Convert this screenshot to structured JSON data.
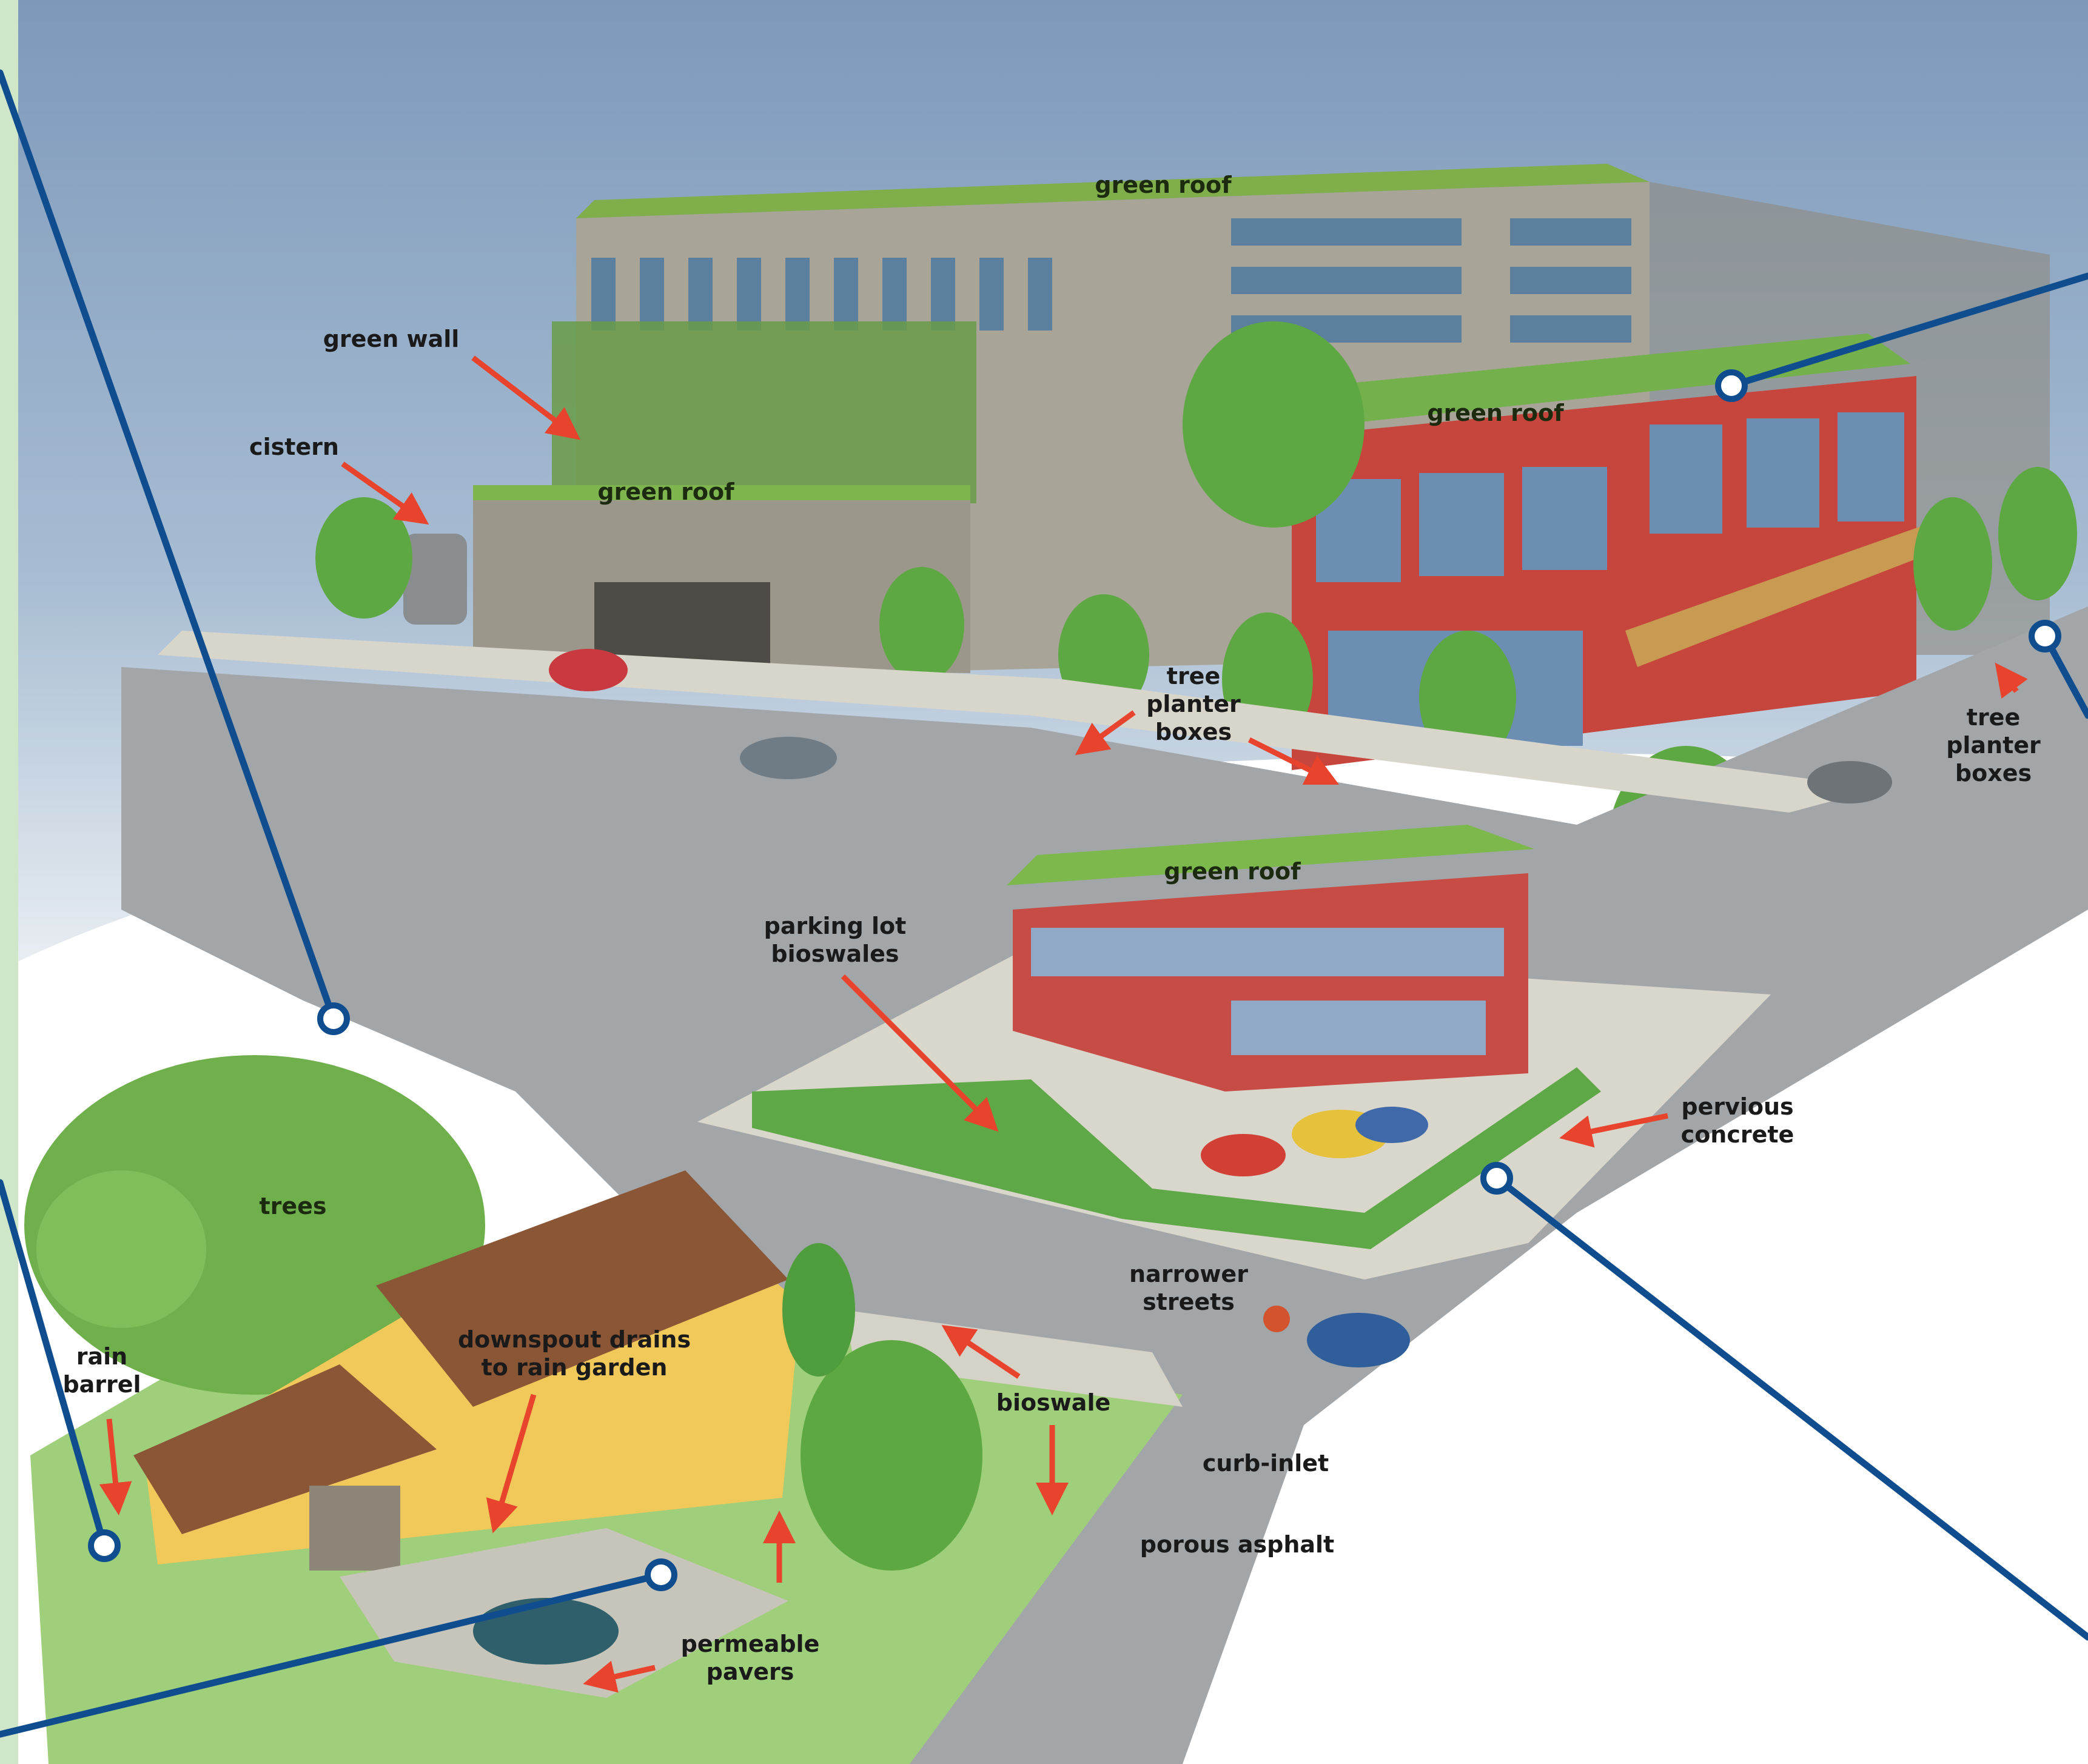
{
  "colors": {
    "sky": "#8fa9c6",
    "arrow": "#e8432c",
    "callout": "#0f4d8f",
    "grass": "#6fb44a",
    "tree": "#5ea843",
    "brick": "#c6453c",
    "concrete": "#b8b4a6",
    "road": "#a3a6a8",
    "house": "#f1c85a",
    "roof": "#8a5636"
  },
  "labels": {
    "green_roof_top": "green roof",
    "green_roof_mid": "green roof",
    "green_roof_right": "green roof",
    "green_roof_center": "green roof",
    "green_wall": "green wall",
    "cistern": "cistern",
    "tree_planter_center": [
      "tree",
      "planter",
      "boxes"
    ],
    "tree_planter_right": [
      "tree",
      "planter",
      "boxes"
    ],
    "parking_lot": [
      "parking lot",
      "bioswales"
    ],
    "pervious_concrete": [
      "pervious",
      "concrete"
    ],
    "trees": "trees",
    "rain_barrel": [
      "rain",
      "barrel"
    ],
    "downspout": [
      "downspout drains",
      "to rain garden"
    ],
    "narrower_streets": [
      "narrower",
      "streets"
    ],
    "bioswale": "bioswale",
    "curb_inlet": "curb-inlet",
    "porous_asphalt": "porous asphalt",
    "permeable_pavers": [
      "permeable",
      "pavers"
    ]
  }
}
